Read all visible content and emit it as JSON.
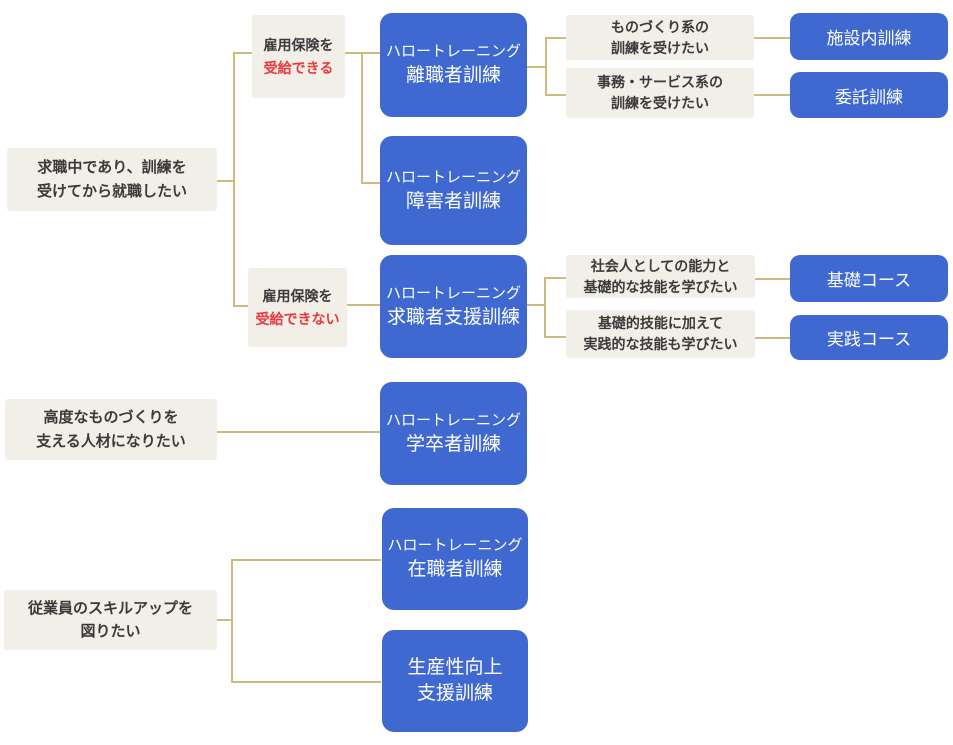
{
  "colors": {
    "blue": "#3F68D0",
    "beige": "#F2EFE8",
    "line": "#CDBB7E",
    "red": "#E83A3E",
    "dark": "#3A3A3A",
    "white": "#FFFFFF"
  },
  "goals": {
    "jobseeker": {
      "line1": "求職中であり、訓練を",
      "line2": "受けてから就職したい"
    },
    "manufacturing": {
      "line1": "高度なものづくりを",
      "line2": "支える人材になりたい"
    },
    "employee_skillup": {
      "line1": "従業員のスキルアップを",
      "line2": "図りたい"
    }
  },
  "conditions": {
    "eligible": {
      "line1": "雇用保険を",
      "line2": "受給できる"
    },
    "ineligible": {
      "line1": "雇用保険を",
      "line2": "受給できない"
    }
  },
  "trainings": {
    "displaced": {
      "line1": "ハロートレーニング",
      "line2": "離職者訓練"
    },
    "disabled": {
      "line1": "ハロートレーニング",
      "line2": "障害者訓練"
    },
    "jobseeker_support": {
      "line1": "ハロートレーニング",
      "line2": "求職者支援訓練"
    },
    "new_graduate": {
      "line1": "ハロートレーニング",
      "line2": "学卒者訓練"
    },
    "employed": {
      "line1": "ハロートレーニング",
      "line2": "在職者訓練"
    },
    "productivity": {
      "line1": "生産性向上",
      "line2": "支援訓練"
    }
  },
  "preferences": {
    "manufacturing": {
      "line1": "ものづくり系の",
      "line2": "訓練を受けたい"
    },
    "office_service": {
      "line1": "事務・サービス系の",
      "line2": "訓練を受けたい"
    },
    "social_basic": {
      "line1": "社会人としての能力と",
      "line2": "基礎的な技能を学びたい"
    },
    "practical": {
      "line1": "基礎的技能に加えて",
      "line2": "実践的な技能も学びたい"
    }
  },
  "courses": {
    "institutional": {
      "label": "施設内訓練"
    },
    "commissioned": {
      "label": "委託訓練"
    },
    "basic": {
      "label": "基礎コース"
    },
    "practical": {
      "label": "実践コース"
    }
  }
}
